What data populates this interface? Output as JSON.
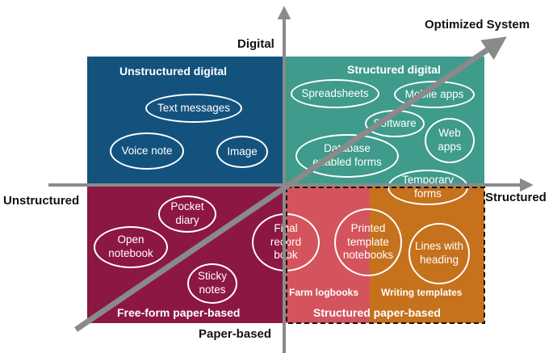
{
  "colors": {
    "unstructured_digital": "#14527e",
    "structured_digital": "#3f9b8b",
    "free_form_paper": "#8c1743",
    "farm_logbooks": "#d4545e",
    "writing_templates": "#c6711c",
    "arrow": "#8a8a8a"
  },
  "axes": {
    "top": "Digital",
    "bottom": "Paper-based",
    "left": "Unstructured",
    "right": "Structured"
  },
  "diagonal_label": "Optimized System",
  "quadrants": {
    "unstructured_digital": {
      "title": "Unstructured digital",
      "items": [
        "Text messages",
        "Voice note",
        "Image"
      ]
    },
    "structured_digital": {
      "title": "Structured digital",
      "items": [
        "Spreadsheets",
        "Mobile apps",
        "Software",
        "Web\napps",
        "Database\nenabled  forms",
        "Temporary\nforms"
      ]
    },
    "free_form_paper": {
      "title": "Free-form paper-based",
      "items": [
        "Pocket\ndiary",
        "Open\nnotebook",
        "Sticky\nnotes",
        "Final\nrecord\nbook"
      ]
    },
    "structured_paper": {
      "title": "Structured paper-based",
      "sub_left": "Farm logbooks",
      "sub_right": "Writing templates",
      "items": [
        "Printed\ntemplate\nnotebooks",
        "Lines with\nheading"
      ]
    }
  }
}
